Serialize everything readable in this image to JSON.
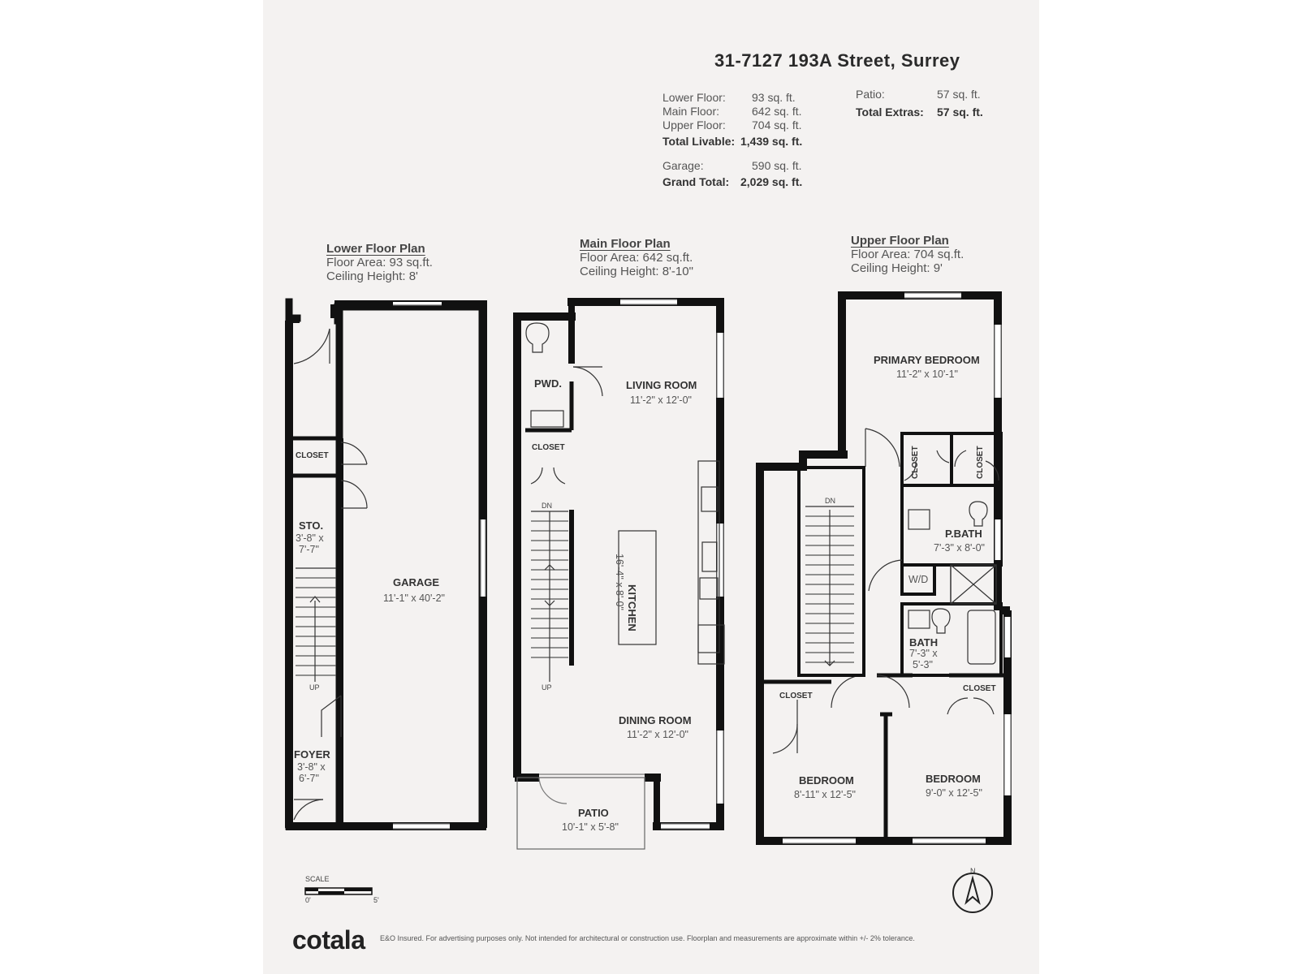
{
  "header": {
    "address": "31-7127 193A Street, Surrey",
    "summary_left": [
      {
        "label": "Lower Floor:",
        "value": "93 sq. ft."
      },
      {
        "label": "Main Floor:",
        "value": "642 sq. ft."
      },
      {
        "label": "Upper Floor:",
        "value": "704 sq. ft."
      },
      {
        "label": "Total Livable:",
        "value": "1,439 sq. ft."
      },
      {
        "label": "Garage:",
        "value": "590 sq. ft."
      },
      {
        "label": "Grand Total:",
        "value": "2,029 sq. ft."
      }
    ],
    "summary_right": [
      {
        "label": "Patio:",
        "value": "57 sq. ft."
      },
      {
        "label": "Total Extras:",
        "value": "57 sq. ft."
      }
    ]
  },
  "plans": {
    "lower": {
      "title": "Lower Floor Plan",
      "area": "Floor Area: 93 sq.ft.",
      "ceiling": "Ceiling Height: 8'"
    },
    "main": {
      "title": "Main Floor Plan",
      "area": "Floor Area: 642 sq.ft.",
      "ceiling": "Ceiling Height: 8'-10\""
    },
    "upper": {
      "title": "Upper Floor Plan",
      "area": "Floor Area: 704 sq.ft.",
      "ceiling": "Ceiling Height: 9'"
    }
  },
  "rooms": {
    "closet_lower": "CLOSET",
    "sto": "STO.",
    "sto_dim1": "3'-8\" x",
    "sto_dim2": "7'-7\"",
    "garage": "GARAGE",
    "garage_dim": "11'-1\" x 40'-2\"",
    "foyer": "FOYER",
    "foyer_dim1": "3'-8\" x",
    "foyer_dim2": "6'-7\"",
    "up_lower": "UP",
    "pwd": "PWD.",
    "living": "LIVING ROOM",
    "living_dim": "11'-2\" x 12'-0\"",
    "closet_main": "CLOSET",
    "dn_main": "DN",
    "up_main": "UP",
    "kitchen": "KITCHEN",
    "kitchen_dim": "16'-4\" x 8'-0\"",
    "dining": "DINING ROOM",
    "dining_dim": "11'-2\" x 12'-0\"",
    "patio": "PATIO",
    "patio_dim": "10'-1\" x 5'-8\"",
    "primary": "PRIMARY BEDROOM",
    "primary_dim": "11'-2\" x 10'-1\"",
    "closet_u1": "CLOSET",
    "closet_u2": "CLOSET",
    "dn_upper": "DN",
    "pbath": "P.BATH",
    "pbath_dim": "7'-3\" x 8'-0\"",
    "wd": "W/D",
    "bath": "BATH",
    "bath_dim1": "7'-3\" x",
    "bath_dim2": "5'-3\"",
    "closet_u3": "CLOSET",
    "closet_u4": "CLOSET",
    "bed1": "BEDROOM",
    "bed1_dim": "8'-11\" x 12'-5\"",
    "bed2": "BEDROOM",
    "bed2_dim": "9'-0\" x 12'-5\""
  },
  "footer": {
    "scale_label": "SCALE",
    "scale_start": "0'",
    "scale_end": "5'",
    "north": "N",
    "logo": "cotala",
    "disclaimer": "E&O Insured. For advertising purposes only. Not intended for architectural or construction use. Floorplan and measurements are approximate within +/- 2% tolerance."
  }
}
